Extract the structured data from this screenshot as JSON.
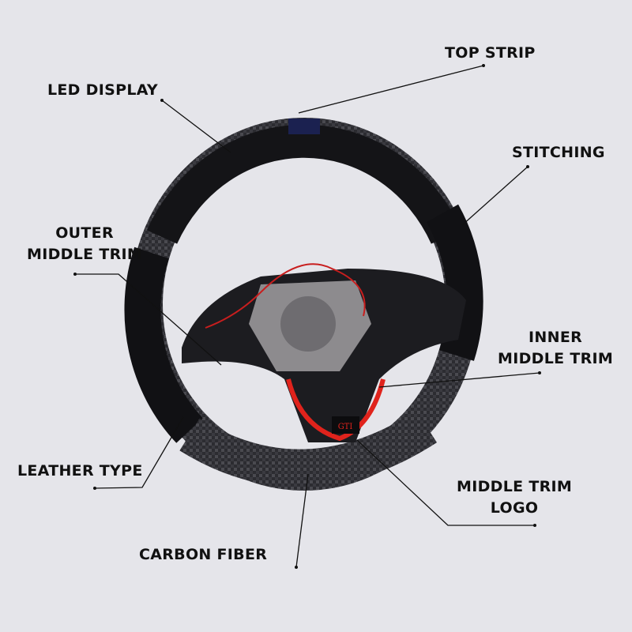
{
  "labels": {
    "top_strip": "TOP STRIP",
    "led_display": "LED DISPLAY",
    "stitching": "STITCHING",
    "outer_middle_trim": [
      "OUTER",
      "MIDDLE TRIM"
    ],
    "inner_middle_trim": [
      "INNER",
      "MIDDLE TRIM"
    ],
    "leather_type": "LEATHER TYPE",
    "middle_trim_logo": [
      "MIDDLE TRIM",
      "LOGO"
    ],
    "carbon_fiber": "CARBON FIBER"
  },
  "logo_text": "GTI",
  "colors": {
    "background": "#e5e5ea",
    "carbon": "#2a2a2e",
    "alcantara": "#111114",
    "accent_red": "#e0231c",
    "line": "#111111"
  }
}
